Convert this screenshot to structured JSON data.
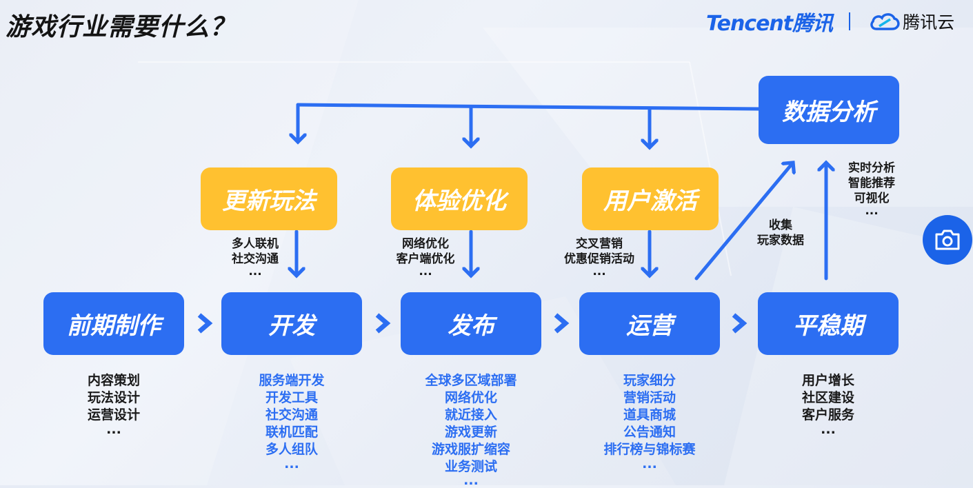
{
  "title": "游戏行业需要什么？",
  "brand": {
    "tencent_logo": "Tencent腾讯",
    "cloud_logo": "腾讯云"
  },
  "stages": {
    "preproduction": "前期制作",
    "development": "开发",
    "release": "发布",
    "operation": "运营",
    "stable": "平稳期"
  },
  "loop": {
    "update_gameplay": "更新玩法",
    "experience_opt": "体验优化",
    "user_activation": "用户激活",
    "data_analysis": "数据分析"
  },
  "notes": {
    "update_gameplay": [
      "多人联机",
      "社交沟通",
      "..."
    ],
    "experience_opt": [
      "网络优化",
      "客户端优化",
      "..."
    ],
    "user_activation": [
      "交叉营销",
      "优惠促销活动",
      "..."
    ],
    "collect": [
      "收集",
      "玩家数据"
    ],
    "analysis": [
      "实时分析",
      "智能推荐",
      "可视化",
      "..."
    ]
  },
  "lists": {
    "preproduction": [
      "内容策划",
      "玩法设计",
      "运营设计",
      "..."
    ],
    "development": [
      "服务端开发",
      "开发工具",
      "社交沟通",
      "联机匹配",
      "多人组队",
      "..."
    ],
    "release": [
      "全球多区域部署",
      "网络优化",
      "就近接入",
      "游戏更新",
      "游戏服扩缩容",
      "业务测试",
      "..."
    ],
    "operation": [
      "玩家细分",
      "营销活动",
      "道具商城",
      "公告通知",
      "排行榜与锦标赛",
      "..."
    ],
    "stable": [
      "用户增长",
      "社区建设",
      "客户服务",
      "..."
    ]
  },
  "colors": {
    "primary": "#2c6ef2",
    "accent": "#ffc130",
    "text": "#1a1a1a"
  },
  "icons": {
    "camera": "camera-icon",
    "chevron": "chevron-right-icon"
  }
}
